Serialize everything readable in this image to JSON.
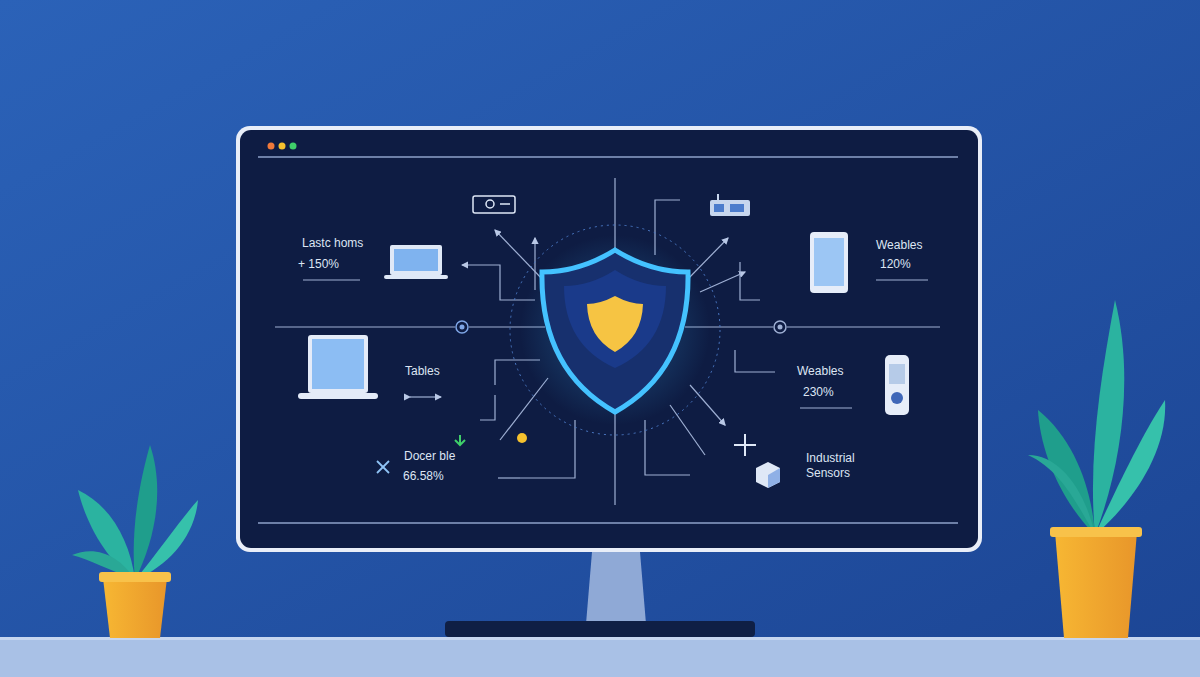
{
  "diagram": {
    "labels": [
      "Lastc homs",
      "+ 150%",
      "Weables",
      "120%",
      "Tables",
      "Weables",
      "230%",
      "Docer ble",
      "66.58%",
      "Industrial Sensors"
    ]
  }
}
